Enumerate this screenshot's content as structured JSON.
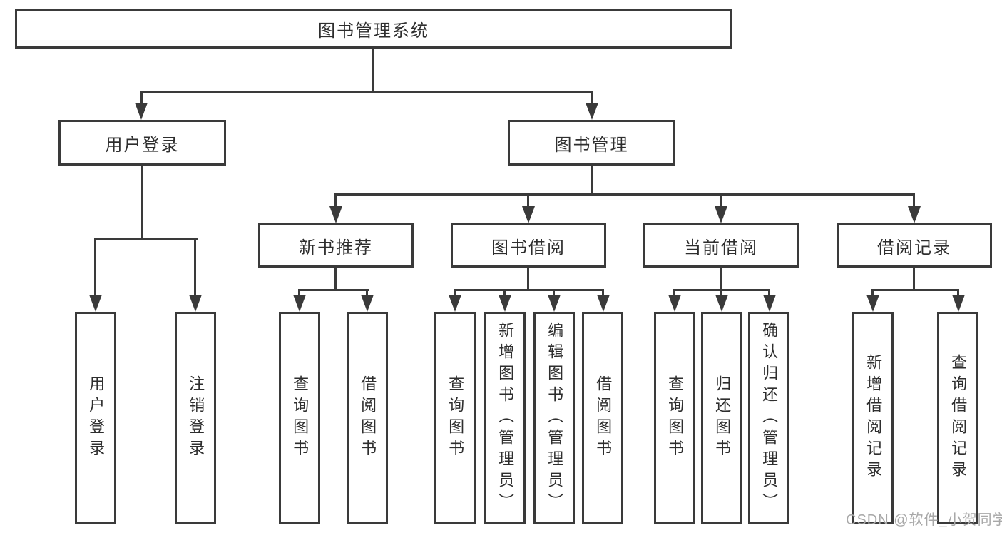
{
  "diagram_title": "图书管理系统",
  "colors": {
    "line": "#3a3a3a",
    "text": "#2e2e2e",
    "background": "#ffffff",
    "box_fill": "#ffffff",
    "watermark_color": "#a8a8a8"
  },
  "nodes": {
    "root": {
      "label": "图书管理系统"
    },
    "login": {
      "label": "用户登录",
      "children": [
        {
          "label": "用户登录"
        },
        {
          "label": "注销登录"
        }
      ]
    },
    "management": {
      "label": "图书管理"
    },
    "recommend": {
      "label": "新书推荐",
      "children": [
        {
          "label": "查询图书"
        },
        {
          "label": "借阅图书"
        }
      ]
    },
    "borrow": {
      "label": "图书借阅",
      "children": [
        {
          "label": "查询图书"
        },
        {
          "label": "新增图书（管理员）"
        },
        {
          "label": "编辑图书（管理员）"
        },
        {
          "label": "借阅图书"
        }
      ]
    },
    "current": {
      "label": "当前借阅",
      "children": [
        {
          "label": "查询图书"
        },
        {
          "label": "归还图书"
        },
        {
          "label": "确认归还（管理员）"
        }
      ]
    },
    "records": {
      "label": "借阅记录",
      "children": [
        {
          "label": "新增借阅记录"
        },
        {
          "label": "查询借阅记录"
        }
      ]
    }
  },
  "watermark": "CSDN @软件_小贺同学"
}
